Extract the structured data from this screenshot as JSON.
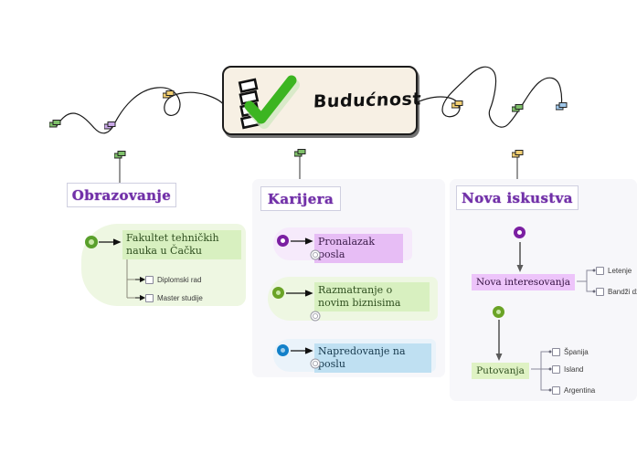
{
  "page": {
    "title": "Budućnost",
    "type": "mind-map"
  },
  "central_node": {
    "label": "Budućnost",
    "icon": "checklist-checkmark-icon",
    "background": "#f7f0e4",
    "border": "#1c1c1c"
  },
  "sections": [
    {
      "id": "obrazovanje",
      "heading": "Obrazovanje",
      "heading_color": "#7130a8",
      "topics": [
        {
          "label": "Fakultet tehničkih nauka u Čačku",
          "bullet_color": "#5aa02c",
          "highlight": "#d8f0c0",
          "children": [
            {
              "label": "Diplomski rad",
              "checked": false
            },
            {
              "label": "Master studije",
              "checked": false
            }
          ]
        }
      ]
    },
    {
      "id": "karijera",
      "heading": "Karijera",
      "heading_color": "#7130a8",
      "topics": [
        {
          "label": "Pronalazak posla",
          "bullet_color": "#7b1fa2",
          "highlight": "#e7bdf5",
          "badge": "clock-icon",
          "children": []
        },
        {
          "label": "Razmatranje o novim biznisima",
          "bullet_color": "#6aa326",
          "highlight": "#d8f0c0",
          "badge": "clock-icon",
          "children": []
        },
        {
          "label": "Napredovanje na poslu",
          "bullet_color": "#1180c9",
          "highlight": "#bfe0f2",
          "badge": "clock-icon",
          "children": []
        }
      ]
    },
    {
      "id": "nova-iskustva",
      "heading": "Nova iskustva",
      "heading_color": "#7130a8",
      "topics": [
        {
          "label": "Nova interesovanja",
          "bullet_color": "#7b1fa2",
          "highlight": "#edc4fa",
          "children": [
            {
              "label": "Letenje",
              "checked": false
            },
            {
              "label": "Bandži dža",
              "checked": false
            }
          ]
        },
        {
          "label": "Putovanja",
          "bullet_color": "#6aa326",
          "highlight": "#dff2c4",
          "children": [
            {
              "label": "Španija",
              "checked": false
            },
            {
              "label": "Island",
              "checked": false
            },
            {
              "label": "Argentina",
              "checked": false
            }
          ]
        }
      ]
    }
  ],
  "markers": [
    {
      "id": "m1",
      "color": "#7fc06a"
    },
    {
      "id": "m2",
      "color": "#c9a8e8"
    },
    {
      "id": "m3",
      "color": "#f2cf72"
    },
    {
      "id": "m4",
      "color": "#7fc06a"
    },
    {
      "id": "m5",
      "color": "#f2cf72"
    },
    {
      "id": "m6",
      "color": "#7fc06a"
    },
    {
      "id": "m7",
      "color": "#9fc6e8"
    },
    {
      "id": "m8",
      "color": "#7fc06a"
    },
    {
      "id": "m9",
      "color": "#f2cf72"
    }
  ],
  "colors": {
    "accent_purple": "#7130a8",
    "accent_green": "#5aa02c",
    "accent_blue": "#1180c9",
    "panel_bg": "#f7f7fa"
  }
}
